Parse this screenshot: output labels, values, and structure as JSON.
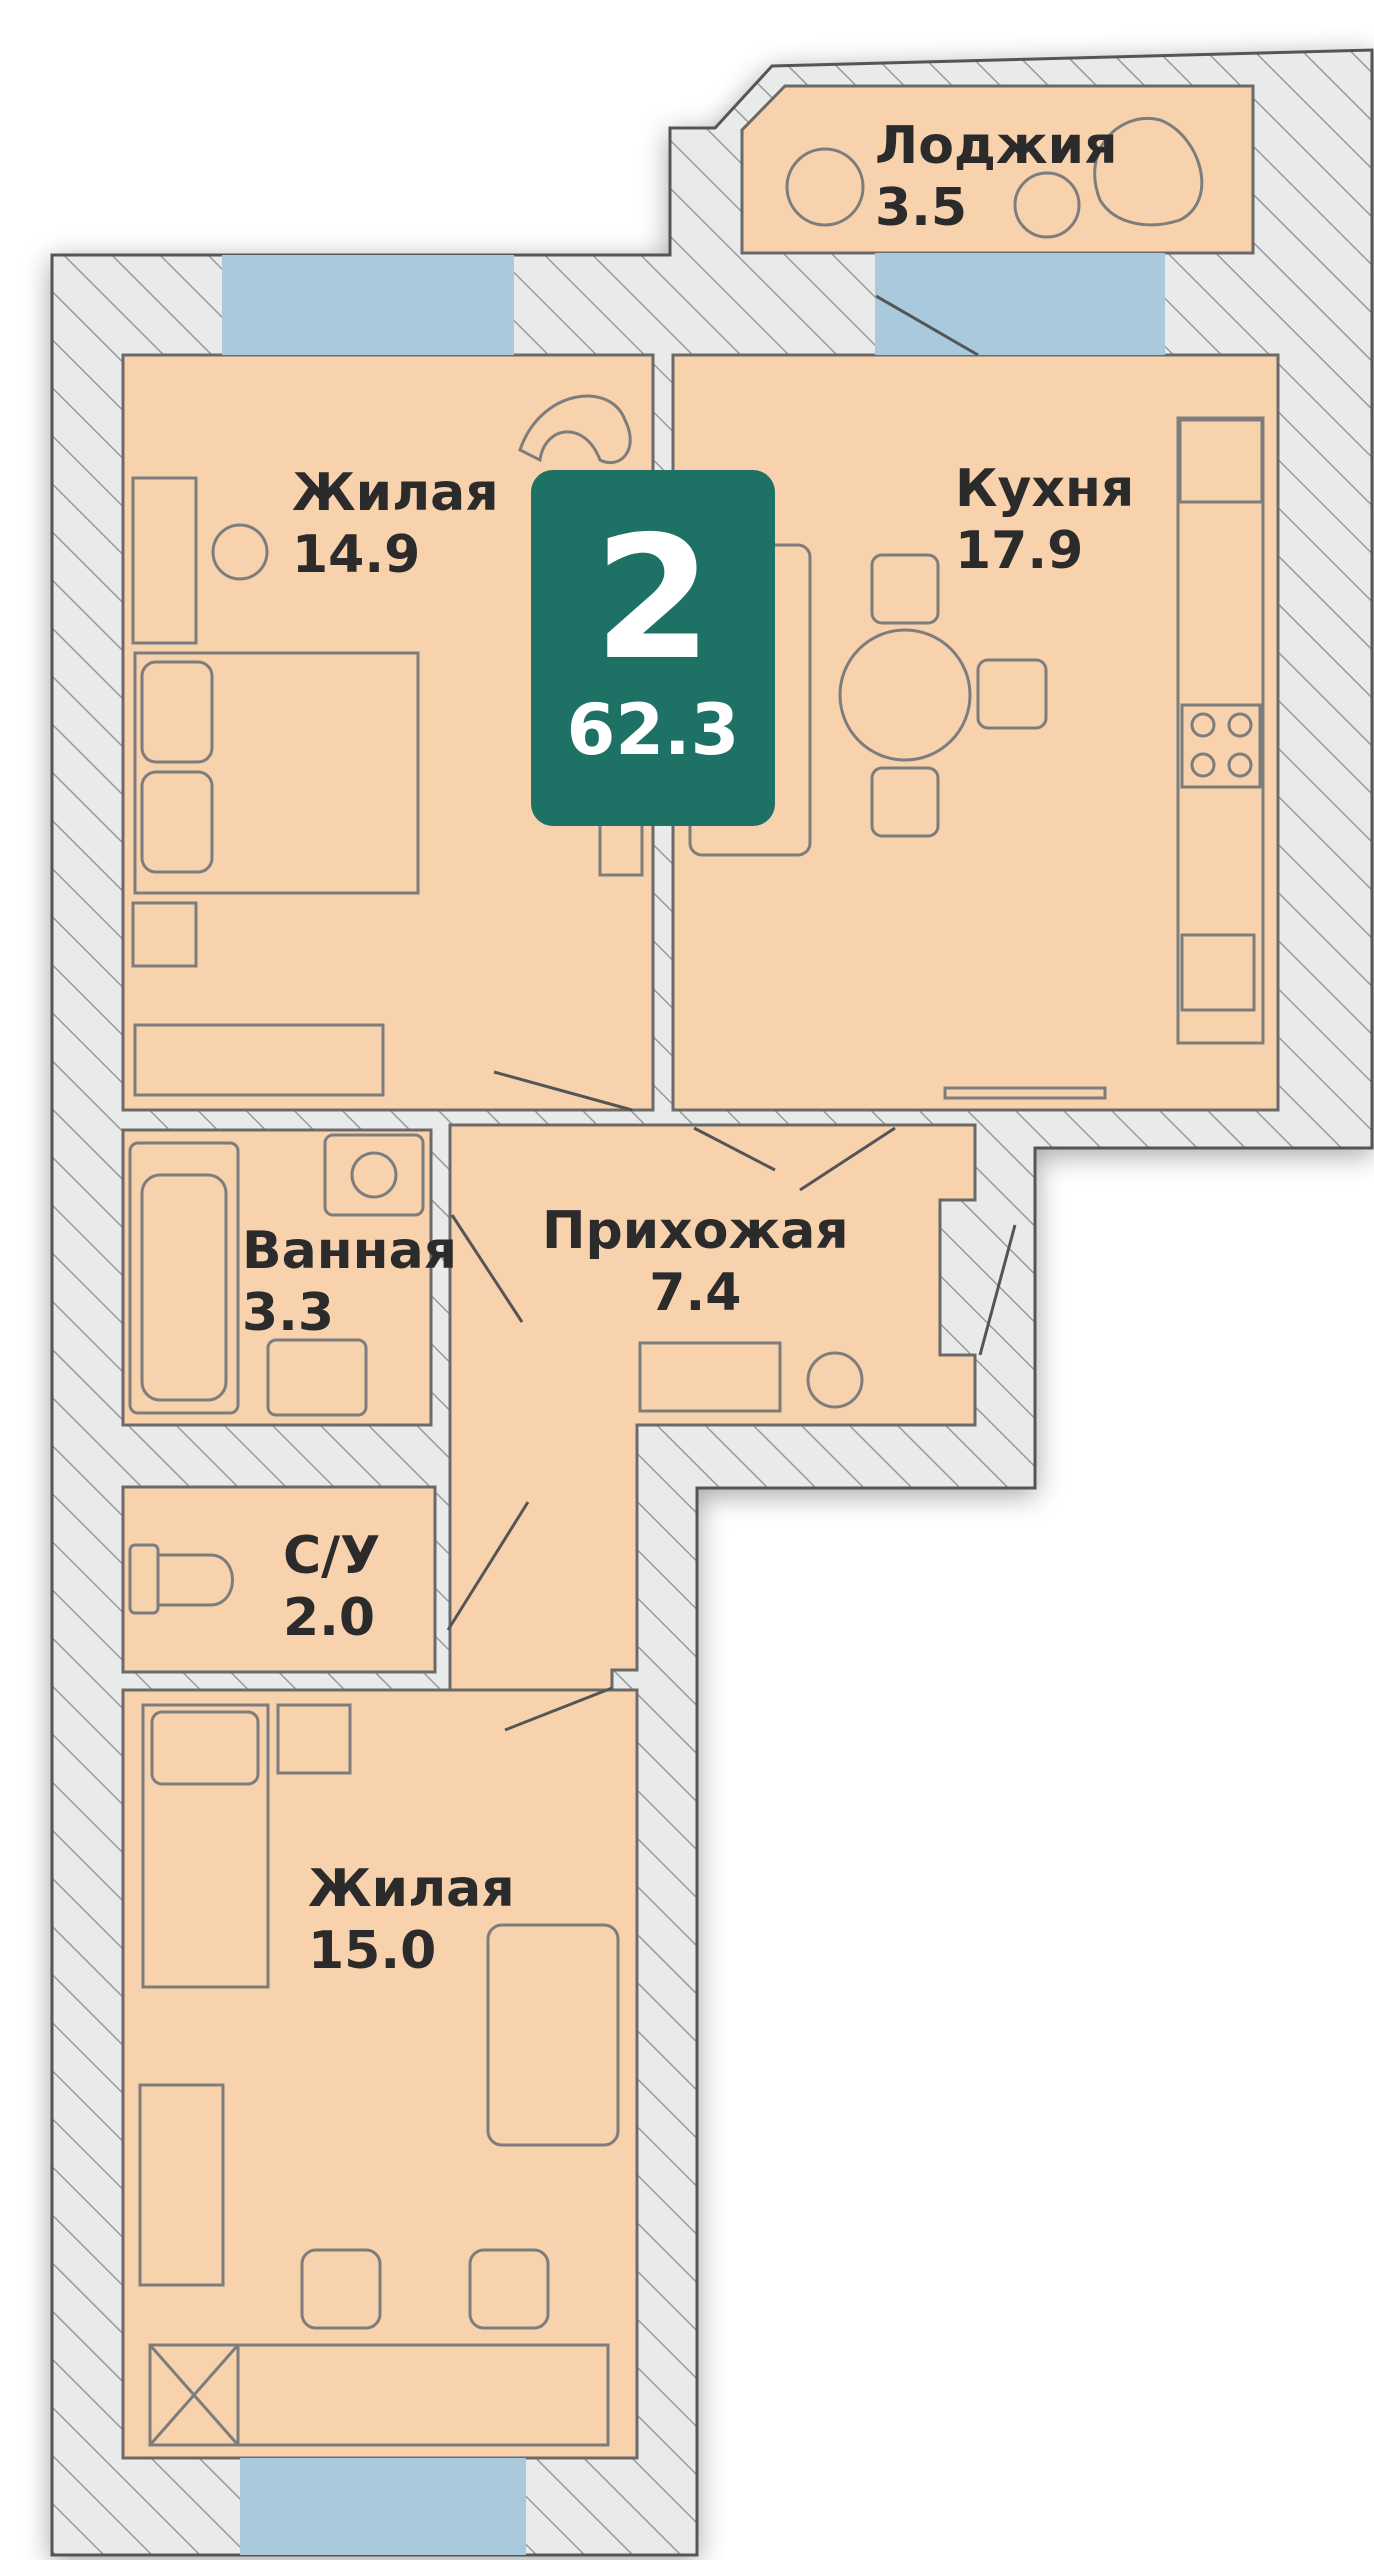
{
  "apartment": {
    "rooms_count": "2",
    "total_area": "62.3",
    "badge_color": "#1e7265"
  },
  "rooms": {
    "loggia": {
      "name": "Лоджия",
      "area": "3.5"
    },
    "living1": {
      "name": "Жилая",
      "area": "14.9"
    },
    "kitchen": {
      "name": "Кухня",
      "area": "17.9"
    },
    "bathroom": {
      "name": "Ванная",
      "area": "3.3"
    },
    "hallway": {
      "name": "Прихожая",
      "area": "7.4"
    },
    "wc": {
      "name": "С/У",
      "area": "2.0"
    },
    "living2": {
      "name": "Жилая",
      "area": "15.0"
    }
  },
  "colors": {
    "floor": "#f8d2ad",
    "wall_fill": "#e9ebea",
    "wall_hatch": "#9a9a9a",
    "window": "#a9c9dc",
    "furniture_line": "#7d7d7d"
  }
}
